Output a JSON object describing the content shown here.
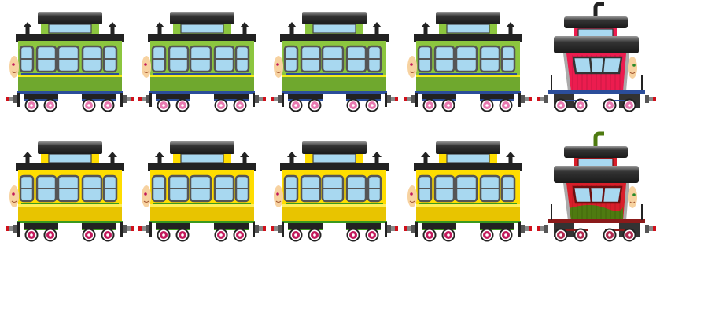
{
  "sprite_sheet": {
    "rows": [
      {
        "name": "green-row",
        "cars": [
          {
            "type": "coach",
            "body": "#8cc63f",
            "body_dark": "#6fa82e",
            "stripe": "#f5ec1a",
            "trim": "#2b4d9a",
            "wheel": "#e879b0"
          },
          {
            "type": "coach",
            "body": "#8cc63f",
            "body_dark": "#6fa82e",
            "stripe": "#f5ec1a",
            "trim": "#2b4d9a",
            "wheel": "#e879b0"
          },
          {
            "type": "coach",
            "body": "#8cc63f",
            "body_dark": "#6fa82e",
            "stripe": "#f5ec1a",
            "trim": "#2b4d9a",
            "wheel": "#e879b0"
          },
          {
            "type": "coach",
            "body": "#8cc63f",
            "body_dark": "#6fa82e",
            "stripe": "#f5ec1a",
            "trim": "#2b4d9a",
            "wheel": "#e879b0"
          },
          {
            "type": "caboose",
            "body": "#ec1c4f",
            "lower": "#ec1c4f",
            "trim": "#2b4d9a",
            "wheel": "#e879b0",
            "chimney": "#222222",
            "window_frame": "#333333"
          }
        ]
      },
      {
        "name": "yellow-row",
        "cars": [
          {
            "type": "coach",
            "body": "#ffdd00",
            "body_dark": "#e8c400",
            "stripe": "#ffef5a",
            "trim": "#3a9a1e",
            "wheel": "#c2185b"
          },
          {
            "type": "coach",
            "body": "#ffdd00",
            "body_dark": "#e8c400",
            "stripe": "#ffef5a",
            "trim": "#3a9a1e",
            "wheel": "#c2185b"
          },
          {
            "type": "coach",
            "body": "#ffdd00",
            "body_dark": "#e8c400",
            "stripe": "#ffef5a",
            "trim": "#3a9a1e",
            "wheel": "#c2185b"
          },
          {
            "type": "coach",
            "body": "#ffdd00",
            "body_dark": "#e8c400",
            "stripe": "#ffef5a",
            "trim": "#3a9a1e",
            "wheel": "#c2185b"
          },
          {
            "type": "caboose",
            "body": "#d81e2a",
            "lower": "#4e7a10",
            "trim": "#8b1a1a",
            "wheel": "#b0284e",
            "chimney": "#4e7a10",
            "window_frame": "#6b0f0f"
          }
        ]
      }
    ],
    "colors": {
      "roof": "#2a2a2a",
      "window": "#a8d8f0",
      "window_frame": "#555555",
      "face": "#f7d2a0",
      "metal": "#555555",
      "buffer_red": "#d0101a"
    }
  }
}
